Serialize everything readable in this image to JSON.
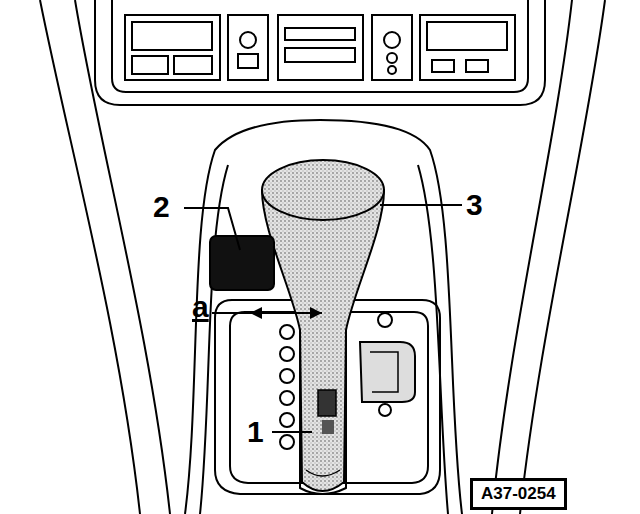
{
  "diagram": {
    "nodes": [
      {
        "text": [
          "A37-0254"
        ]
      }
    ],
    "labels": [
      "2",
      "3",
      "a",
      "1"
    ]
  }
}
